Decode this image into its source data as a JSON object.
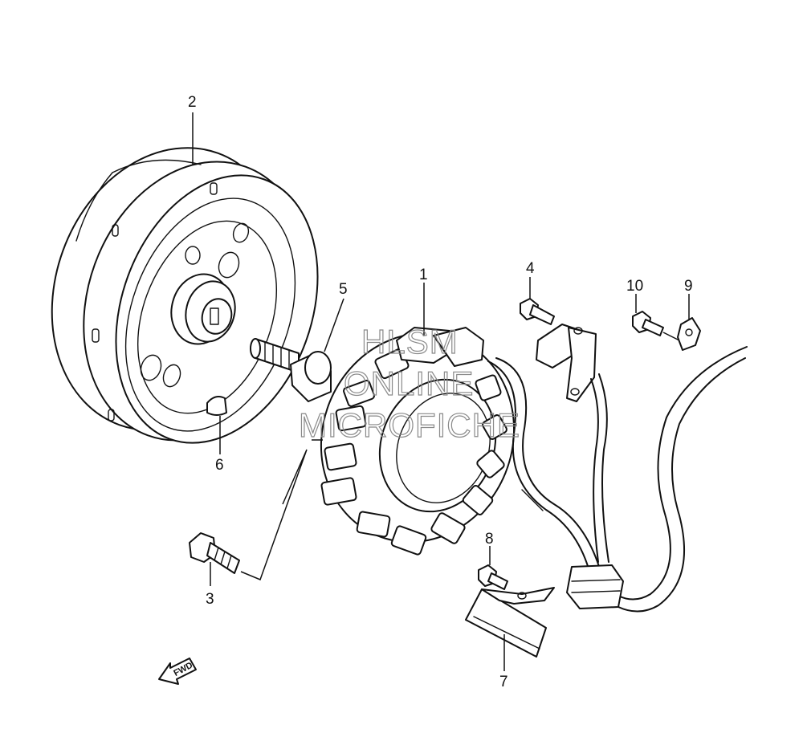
{
  "callouts": {
    "c1": "1",
    "c2": "2",
    "c3": "3",
    "c4": "4",
    "c5": "5",
    "c6": "6",
    "c7": "7",
    "c8": "8",
    "c9": "9",
    "c10": "10"
  },
  "watermark": {
    "line1": "HLSM",
    "line2": "ONLINE",
    "line3": "MICROFICHE"
  },
  "direction_label": "FWD"
}
